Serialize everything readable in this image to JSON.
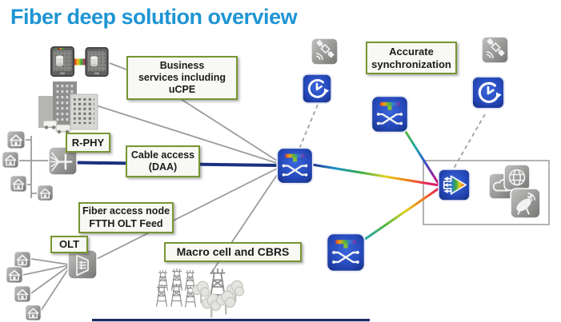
{
  "title": "Fiber deep solution overview",
  "labels": {
    "business_services": "Business\nservices including\nuCPE",
    "r_phy": "R-PHY",
    "cable_access": "Cable access\n(DAA)",
    "fiber_access": "Fiber access node\nFTTH OLT Feed",
    "olt": "OLT",
    "macro_cell": "Macro cell and CBRS",
    "accurate_sync": "Accurate\nsynchronization"
  },
  "colors": {
    "title_text": "#1e95d4",
    "label_border": "#769632",
    "label_background": "#f8f8f5",
    "blue_icon": "#2548b8",
    "gray_icon": "#9a9a98",
    "gray_line": "#9c9c9c",
    "coax_trunk_line": "#1b3080",
    "rainbow_gradient": [
      "#1d2f86",
      "#1f8fd0",
      "#35ae44",
      "#e3d21e",
      "#ef7d1a",
      "#e8275b",
      "#d5186e"
    ],
    "bottom_bar": "#1c2b63"
  },
  "icon_names": [
    "ucpe-device-icon",
    "rainbow-link-icon",
    "business-buildings-icon",
    "home-icon",
    "rphy-splitter-icon",
    "olt-node-icon",
    "cell-tower-icon",
    "tree-icon",
    "gnss-satellite-icon",
    "sync-clock-icon",
    "transport-switch-icon",
    "aggregation-router-icon",
    "cloud-icon",
    "internet-globe-icon",
    "satellite-dish-icon"
  ]
}
